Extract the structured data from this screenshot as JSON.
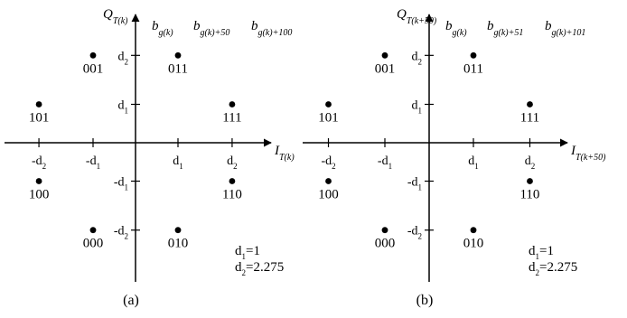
{
  "panels": [
    {
      "id": "a",
      "caption": "(a)",
      "axis_y": {
        "main": "Q",
        "sub": "T(k)"
      },
      "axis_x": {
        "main": "I",
        "sub": "T(k)"
      },
      "header": [
        {
          "main": "b",
          "sub": "g(k)"
        },
        {
          "main": "b",
          "sub": "g(k)+50"
        },
        {
          "main": "b",
          "sub": "g(k)+100"
        }
      ],
      "x_ticks": [
        {
          "main": "-d",
          "sub": "2"
        },
        {
          "main": "-d",
          "sub": "1"
        },
        {
          "main": "d",
          "sub": "1"
        },
        {
          "main": "d",
          "sub": "2"
        }
      ],
      "y_ticks": [
        {
          "main": "d",
          "sub": "2"
        },
        {
          "main": "d",
          "sub": "1"
        },
        {
          "main": "-d",
          "sub": "1"
        },
        {
          "main": "-d",
          "sub": "2"
        }
      ],
      "points": [
        {
          "label": "001",
          "x": -1,
          "y": 2.275
        },
        {
          "label": "011",
          "x": 1,
          "y": 2.275
        },
        {
          "label": "101",
          "x": -2.275,
          "y": 1
        },
        {
          "label": "111",
          "x": 2.275,
          "y": 1
        },
        {
          "label": "100",
          "x": -2.275,
          "y": -1
        },
        {
          "label": "110",
          "x": 2.275,
          "y": -1
        },
        {
          "label": "000",
          "x": -1,
          "y": -2.275
        },
        {
          "label": "010",
          "x": 1,
          "y": -2.275
        }
      ],
      "notes": [
        {
          "main": "d",
          "sub": "1",
          "rest": "=1"
        },
        {
          "main": "d",
          "sub": "2",
          "rest": "=2.275"
        }
      ]
    },
    {
      "id": "b",
      "caption": "(b)",
      "axis_y": {
        "main": "Q",
        "sub": "T(k+50)"
      },
      "axis_x": {
        "main": "I",
        "sub": "T(k+50)"
      },
      "header": [
        {
          "main": "b",
          "sub": "g(k)"
        },
        {
          "main": "b",
          "sub": "g(k)+51"
        },
        {
          "main": "b",
          "sub": "g(k)+101"
        }
      ],
      "x_ticks": [
        {
          "main": "-d",
          "sub": "2"
        },
        {
          "main": "-d",
          "sub": "1"
        },
        {
          "main": "d",
          "sub": "1"
        },
        {
          "main": "d",
          "sub": "2"
        }
      ],
      "y_ticks": [
        {
          "main": "d",
          "sub": "2"
        },
        {
          "main": "d",
          "sub": "1"
        },
        {
          "main": "-d",
          "sub": "1"
        },
        {
          "main": "-d",
          "sub": "2"
        }
      ],
      "points": [
        {
          "label": "001",
          "x": -1,
          "y": 2.275
        },
        {
          "label": "011",
          "x": 1,
          "y": 2.275
        },
        {
          "label": "101",
          "x": -2.275,
          "y": 1
        },
        {
          "label": "111",
          "x": 2.275,
          "y": 1
        },
        {
          "label": "100",
          "x": -2.275,
          "y": -1
        },
        {
          "label": "110",
          "x": 2.275,
          "y": -1
        },
        {
          "label": "000",
          "x": -1,
          "y": -2.275
        },
        {
          "label": "010",
          "x": 1,
          "y": -2.275
        }
      ],
      "notes": [
        {
          "main": "d",
          "sub": "1",
          "rest": "=1"
        },
        {
          "main": "d",
          "sub": "2",
          "rest": "=2.275"
        }
      ]
    }
  ]
}
